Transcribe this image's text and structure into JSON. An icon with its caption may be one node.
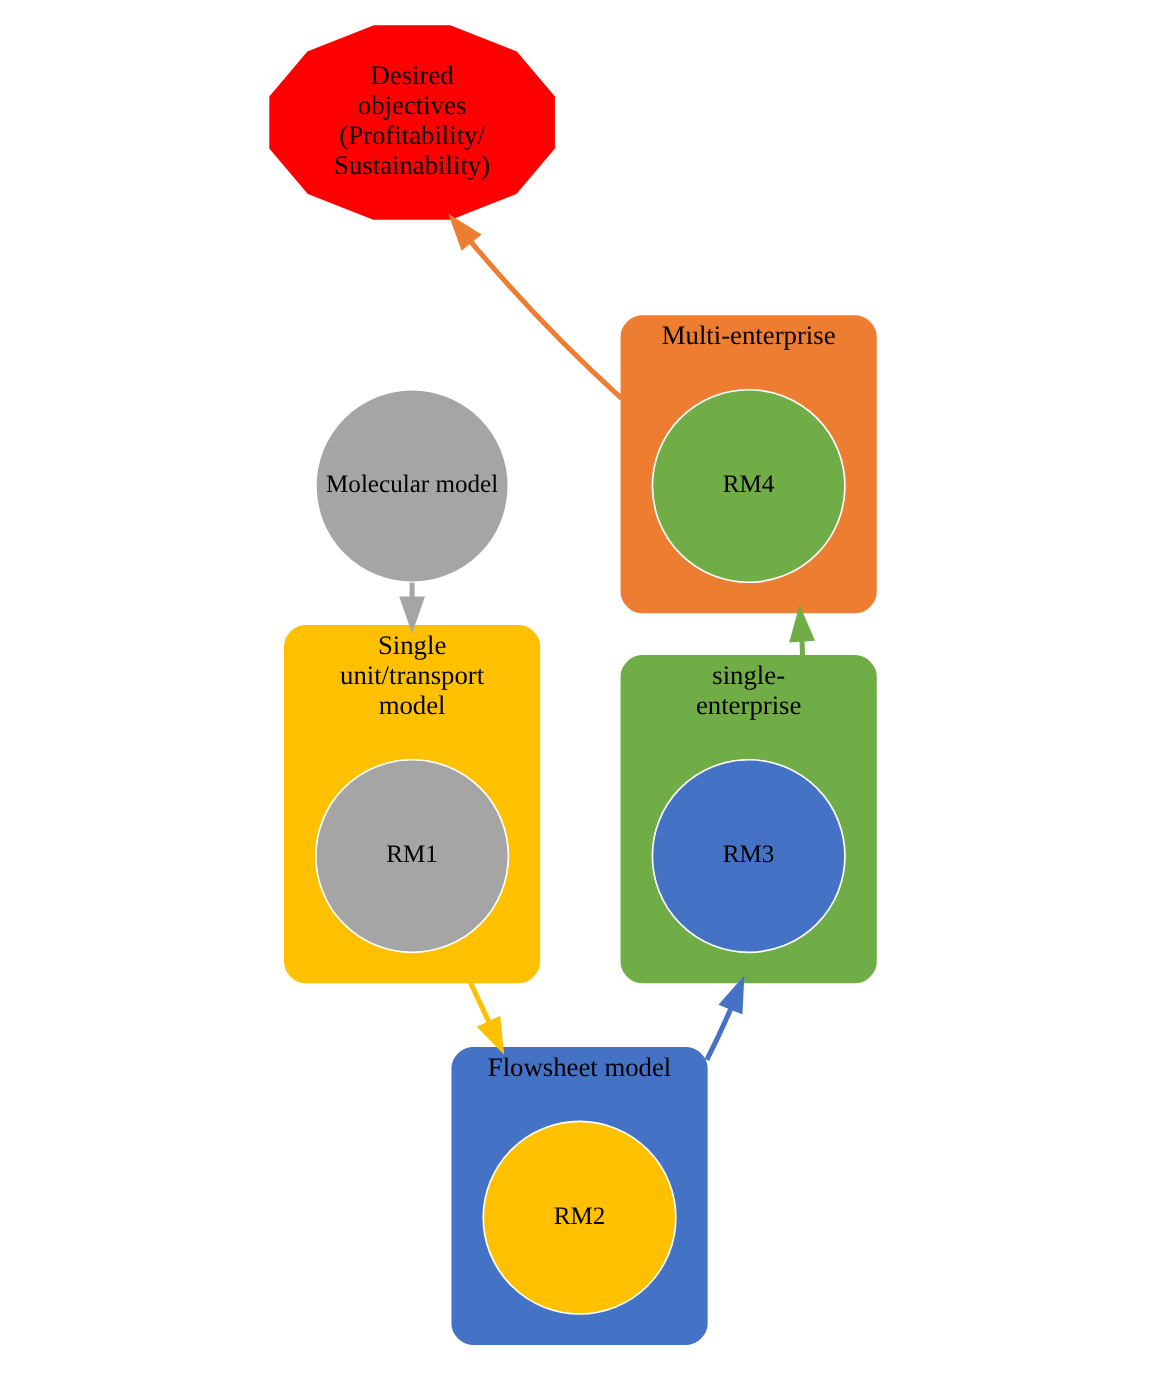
{
  "diagram": {
    "nodes": [
      {
        "text": [
          "Desired objectives (Profitability/ Sustainability)"
        ]
      },
      {
        "text": [
          "Molecular model"
        ]
      },
      {
        "text": [
          "Single unit/transport model"
        ]
      },
      {
        "text": [
          "RM1"
        ],
        "in": 2
      },
      {
        "text": [
          "Flowsheet model"
        ]
      },
      {
        "text": [
          "RM2"
        ],
        "in": 4
      },
      {
        "text": [
          "single-enterprise"
        ]
      },
      {
        "text": [
          "RM3"
        ],
        "in": 6
      },
      {
        "text": [
          "Multi-enterprise"
        ]
      },
      {
        "text": [
          "RM4"
        ],
        "in": 8
      }
    ],
    "edges": [
      {
        "from": 1,
        "to": 2,
        "arrow": "to",
        "color": "#a5a5a5"
      },
      {
        "from": 2,
        "to": 4,
        "arrow": "to",
        "color": "#ffc000"
      },
      {
        "from": 4,
        "to": 6,
        "arrow": "to",
        "color": "#4472c4"
      },
      {
        "from": 6,
        "to": 8,
        "arrow": "to",
        "color": "#70ad47"
      },
      {
        "from": 8,
        "to": 0,
        "arrow": "to",
        "color": "#ed7d31"
      }
    ]
  }
}
